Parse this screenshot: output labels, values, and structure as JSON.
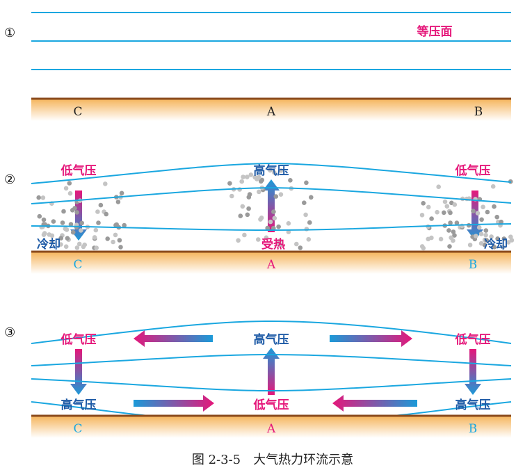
{
  "panels": [
    {
      "number": "①",
      "isobar_label": "等压面",
      "places": [
        "C",
        "A",
        "B"
      ]
    },
    {
      "number": "②",
      "places": [
        "C",
        "A",
        "B"
      ],
      "upper": [
        "低气压",
        "高气压",
        "低气压"
      ],
      "lower": [
        "冷却",
        "受热",
        "冷却"
      ]
    },
    {
      "number": "③",
      "places": [
        "C",
        "A",
        "B"
      ],
      "upper": [
        "低气压",
        "高气压",
        "低气压"
      ],
      "lower": [
        "高气压",
        "低气压",
        "高气压"
      ]
    }
  ],
  "caption": "图 2-3-5　大气热力环流示意",
  "colors": {
    "pink": "#e5177a",
    "blue": "#1d5aa6",
    "isobar": "#1aa7e0",
    "arrow_blue": "#1b9ad8",
    "ground": "#f5b45a",
    "ground_line": "#8a4a1c",
    "dot": "#a0a0a0"
  }
}
